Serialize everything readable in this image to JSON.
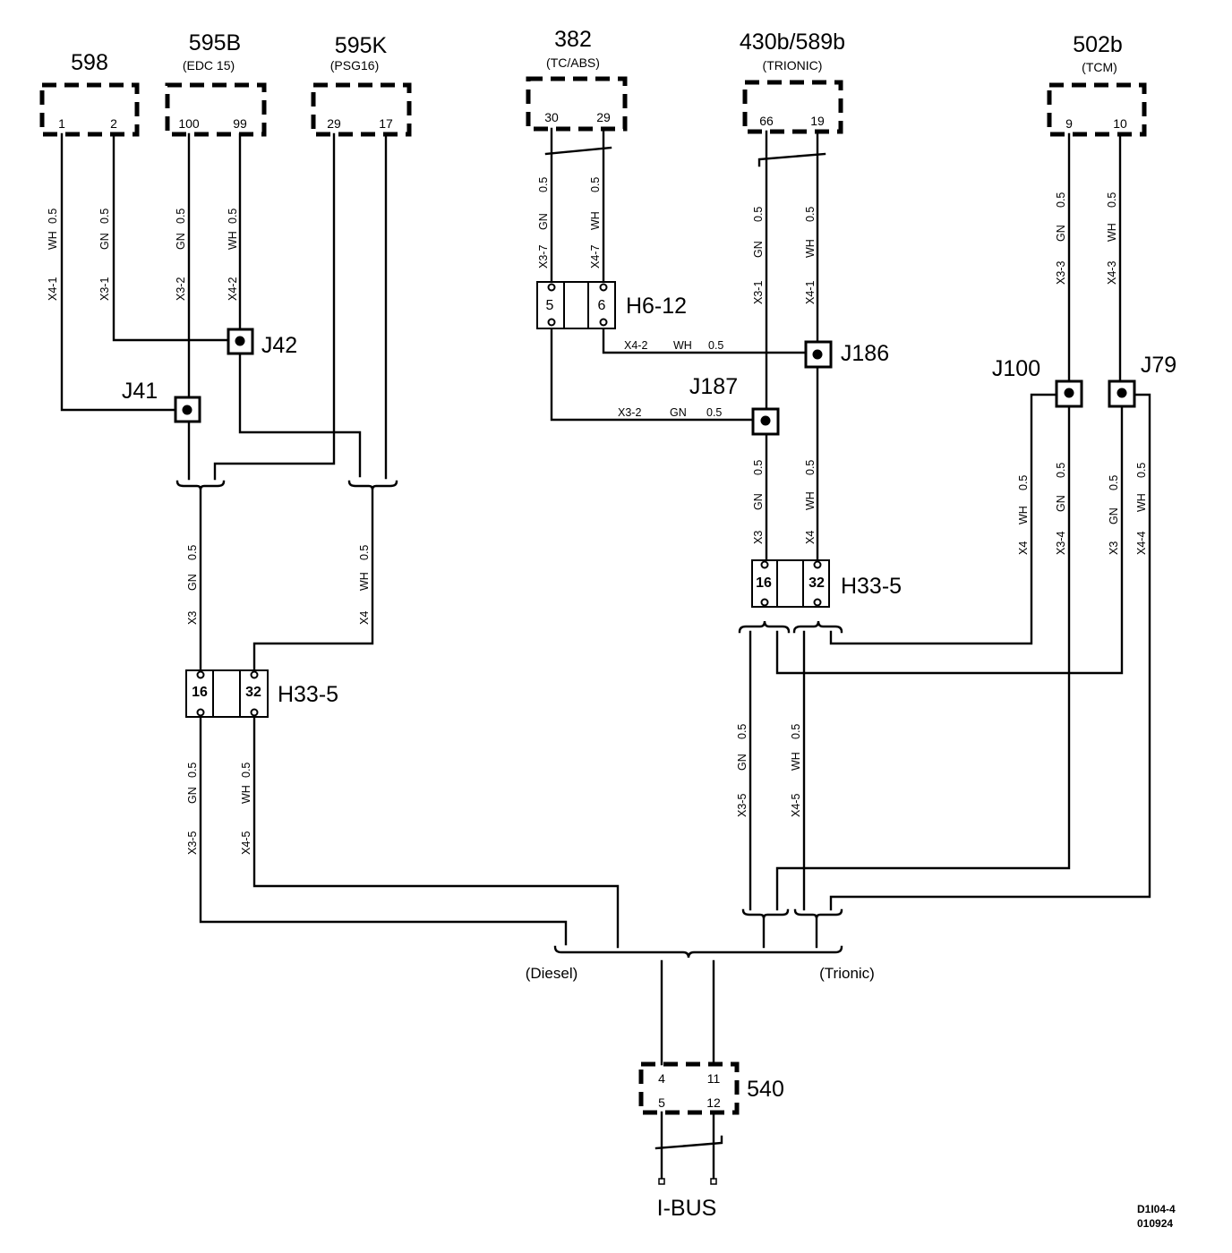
{
  "modules": {
    "m598": {
      "id": "598",
      "pins": [
        "1",
        "2"
      ]
    },
    "m595b": {
      "id": "595B",
      "sub": "(EDC 15)",
      "pins": [
        "100",
        "99"
      ]
    },
    "m595k": {
      "id": "595K",
      "sub": "(PSG16)",
      "pins": [
        "29",
        "17"
      ]
    },
    "m382": {
      "id": "382",
      "sub": "(TC/ABS)",
      "pins": [
        "30",
        "29"
      ]
    },
    "m430": {
      "id": "430b/589b",
      "sub": "(TRIONIC)",
      "pins": [
        "66",
        "19"
      ]
    },
    "m502": {
      "id": "502b",
      "sub": "(TCM)",
      "pins": [
        "9",
        "10"
      ]
    },
    "m540": {
      "id": "540",
      "pins": [
        "4",
        "11",
        "5",
        "12"
      ]
    }
  },
  "junctions": {
    "j41": "J41",
    "j42": "J42",
    "j186": "J186",
    "j187": "J187",
    "j100": "J100",
    "j79": "J79"
  },
  "connectors": {
    "h612": {
      "id": "H6-12",
      "pins": [
        "5",
        "6"
      ]
    },
    "h335_left": {
      "id": "H33-5",
      "pins": [
        "16",
        "32"
      ]
    },
    "h335_right": {
      "id": "H33-5",
      "pins": [
        "16",
        "32"
      ]
    }
  },
  "wires": {
    "w598_1": {
      "pin": "X4-1",
      "color": "WH",
      "size": "0.5"
    },
    "w598_2": {
      "pin": "X3-1",
      "color": "GN",
      "size": "0.5"
    },
    "w595b_100": {
      "pin": "X3-2",
      "color": "GN",
      "size": "0.5"
    },
    "w595b_99": {
      "pin": "X4-2",
      "color": "WH",
      "size": "0.5"
    },
    "wl_gn": {
      "pin": "X3",
      "color": "GN",
      "size": "0.5"
    },
    "wl_wh": {
      "pin": "X4",
      "color": "WH",
      "size": "0.5"
    },
    "wl_x35": {
      "pin": "X3-5",
      "color": "GN",
      "size": "0.5"
    },
    "wl_x45": {
      "pin": "X4-5",
      "color": "WH",
      "size": "0.5"
    },
    "w382_30": {
      "pin": "X3-7",
      "color": "GN",
      "size": "0.5"
    },
    "w382_29": {
      "pin": "X4-7",
      "color": "WH",
      "size": "0.5"
    },
    "w430_66": {
      "pin": "X3-1",
      "color": "GN",
      "size": "0.5"
    },
    "w430_19": {
      "pin": "X4-1",
      "color": "WH",
      "size": "0.5"
    },
    "wh_x42": {
      "pin": "X4-2",
      "color": "WH",
      "size": "0.5"
    },
    "wh_x32": {
      "pin": "X3-2",
      "color": "GN",
      "size": "0.5"
    },
    "wr_gn": {
      "pin": "X3",
      "color": "GN",
      "size": "0.5"
    },
    "wr_wh": {
      "pin": "X4",
      "color": "WH",
      "size": "0.5"
    },
    "wr_x35": {
      "pin": "X3-5",
      "color": "GN",
      "size": "0.5"
    },
    "wr_x45": {
      "pin": "X4-5",
      "color": "WH",
      "size": "0.5"
    },
    "w502_9": {
      "pin": "X3-3",
      "color": "GN",
      "size": "0.5"
    },
    "w502_10": {
      "pin": "X4-3",
      "color": "WH",
      "size": "0.5"
    },
    "wj100_x4": {
      "pin": "X4",
      "color": "WH",
      "size": "0.5"
    },
    "wj100_x34": {
      "pin": "X3-4",
      "color": "GN",
      "size": "0.5"
    },
    "wj79_x3": {
      "pin": "X3",
      "color": "GN",
      "size": "0.5"
    },
    "wj79_x44": {
      "pin": "X4-4",
      "color": "WH",
      "size": "0.5"
    }
  },
  "bus": {
    "diesel": "(Diesel)",
    "trionic": "(Trionic)",
    "ibus": "I-BUS"
  },
  "reference": {
    "line1": "D1I04-4",
    "line2": "010924"
  }
}
